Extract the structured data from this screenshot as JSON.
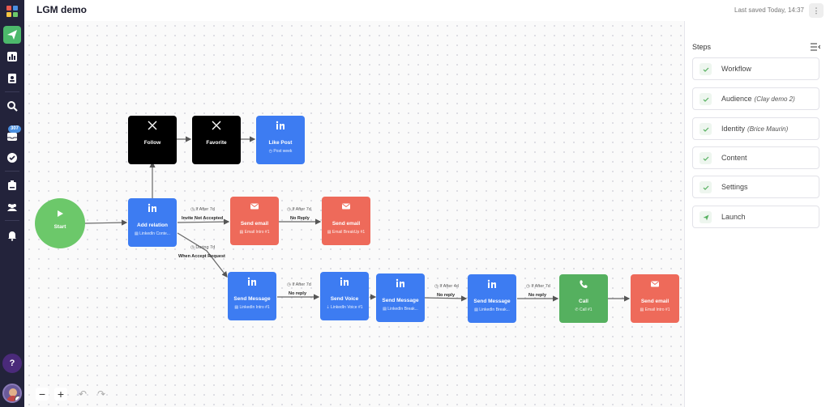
{
  "header": {
    "title": "LGM demo",
    "last_saved": "Last saved Today, 14:37",
    "menu_glyph": "⋮"
  },
  "rail": {
    "badge": "307",
    "help": "?"
  },
  "nodes": {
    "follow": {
      "title": "Follow",
      "icon": "x-logo-icon"
    },
    "favorite": {
      "title": "Favorite",
      "icon": "x-logo-icon"
    },
    "like_post": {
      "title": "Like Post",
      "sub": "Post week",
      "icon": "linkedin-icon"
    },
    "start": {
      "title": "Start"
    },
    "add_relation": {
      "title": "Add relation",
      "sub": "LinkedIn Conte...",
      "icon": "linkedin-icon"
    },
    "send_email_1": {
      "title": "Send email",
      "sub": "Email Intro #1",
      "icon": "mail-icon"
    },
    "send_email_2": {
      "title": "Send email",
      "sub": "Email BreakUp #1",
      "icon": "mail-icon"
    },
    "send_message_1": {
      "title": "Send Message",
      "sub": "LinkedIn Intro #1",
      "icon": "linkedin-icon"
    },
    "send_voice": {
      "title": "Send Voice",
      "sub": "LinkedIn Voice #1",
      "icon": "linkedin-icon"
    },
    "send_message_2": {
      "title": "Send Message",
      "sub": "LinkedIn Break...",
      "icon": "linkedin-icon"
    },
    "send_message_3": {
      "title": "Send Message",
      "sub": "LinkedIn Break...",
      "icon": "linkedin-icon"
    },
    "call": {
      "title": "Call",
      "sub": "Call #1",
      "icon": "phone-icon"
    },
    "send_email_3": {
      "title": "Send email",
      "sub": "Email Intro #1",
      "icon": "mail-icon"
    }
  },
  "edges": {
    "e1_cond": "If After 7d",
    "e1_label": "Invite Not Accepted",
    "e2_cond": "If After 7d",
    "e2_label": "No Reply",
    "e3_cond": "During 7d",
    "e3_label": "When Accept Request",
    "e4_cond": "If After 7d",
    "e4_label": "No reply",
    "e5_cond": "If After 4d",
    "e5_label": "No reply",
    "e6_cond": "If After 7d",
    "e6_label": "No reply"
  },
  "steps_panel": {
    "title": "Steps",
    "items": [
      {
        "label": "Workflow",
        "sub": ""
      },
      {
        "label": "Audience",
        "sub": "(Clay demo 2)"
      },
      {
        "label": "Identity",
        "sub": "(Brice Maurin)"
      },
      {
        "label": "Content",
        "sub": ""
      },
      {
        "label": "Settings",
        "sub": ""
      },
      {
        "label": "Launch",
        "sub": ""
      }
    ]
  },
  "zoom": {
    "minus": "−",
    "plus": "+"
  },
  "colors": {
    "linkedin_blue": "#3d7cf2",
    "email_red": "#ee6a5a",
    "call_green": "#55b05f",
    "start_green": "#6cc86a",
    "x_black": "#000000",
    "rail": "#23233b"
  }
}
